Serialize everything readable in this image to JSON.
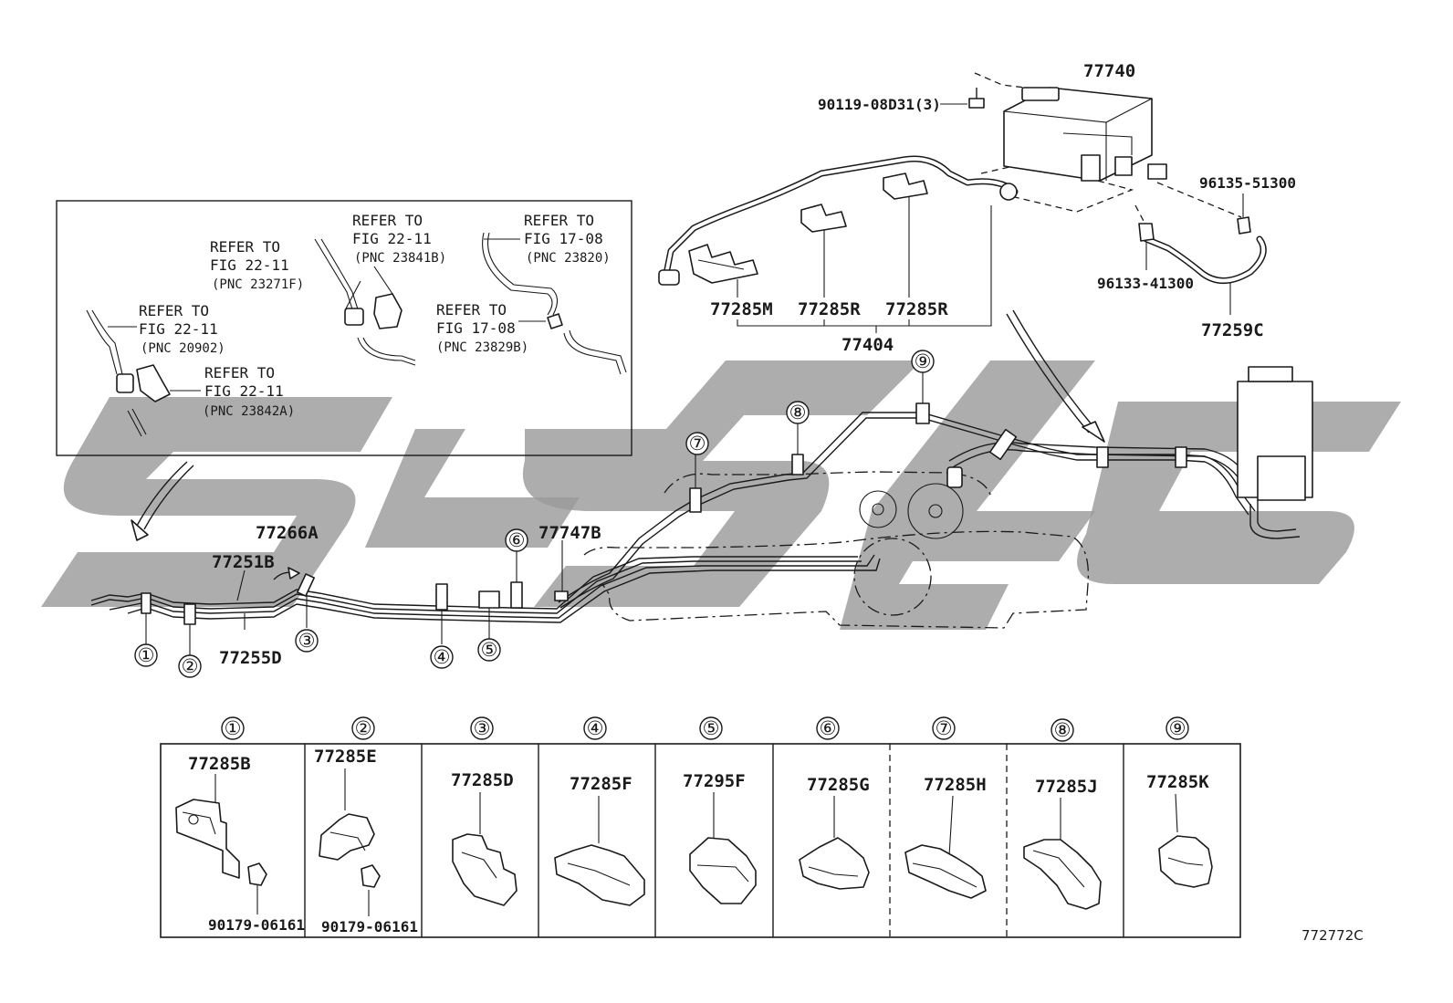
{
  "diagram_code": "772772C",
  "inset_refs": [
    {
      "line1": "REFER TO",
      "line2": "FIG 22-11",
      "pnc": "(PNC 23271F)"
    },
    {
      "line1": "REFER TO",
      "line2": "FIG 22-11",
      "pnc": "(PNC 23841B)"
    },
    {
      "line1": "REFER TO",
      "line2": "FIG 17-08",
      "pnc": "(PNC 23820)"
    },
    {
      "line1": "REFER TO",
      "line2": "FIG 22-11",
      "pnc": "(PNC 20902)"
    },
    {
      "line1": "REFER TO",
      "line2": "FIG 17-08",
      "pnc": "(PNC 23829B)"
    },
    {
      "line1": "REFER TO",
      "line2": "FIG 22-11",
      "pnc": "(PNC 23842A)"
    }
  ],
  "top_parts": {
    "canister": "77740",
    "bolt": "90119-08D31(3)",
    "clip_a": "96135-51300",
    "clip_b": "96133-41300",
    "hose": "77259C",
    "clamp_m": "77285M",
    "clamp_r1": "77285R",
    "clamp_r2": "77285R",
    "set": "77404"
  },
  "main_parts": {
    "hose_a": "77266A",
    "tube_b": "77251B",
    "tube_d": "77255D",
    "tube_747b": "77747B"
  },
  "callouts": [
    "①",
    "②",
    "③",
    "④",
    "⑤",
    "⑥",
    "⑦",
    "⑧",
    "⑨"
  ],
  "table": [
    {
      "num": "①",
      "part": "77285B",
      "sub": "90179-06161"
    },
    {
      "num": "②",
      "part": "77285E",
      "sub": "90179-06161"
    },
    {
      "num": "③",
      "part": "77285D"
    },
    {
      "num": "④",
      "part": "77285F"
    },
    {
      "num": "⑤",
      "part": "77295F"
    },
    {
      "num": "⑥",
      "part": "77285G"
    },
    {
      "num": "⑦",
      "part": "77285H"
    },
    {
      "num": "⑧",
      "part": "77285J"
    },
    {
      "num": "⑨",
      "part": "77285K"
    }
  ]
}
